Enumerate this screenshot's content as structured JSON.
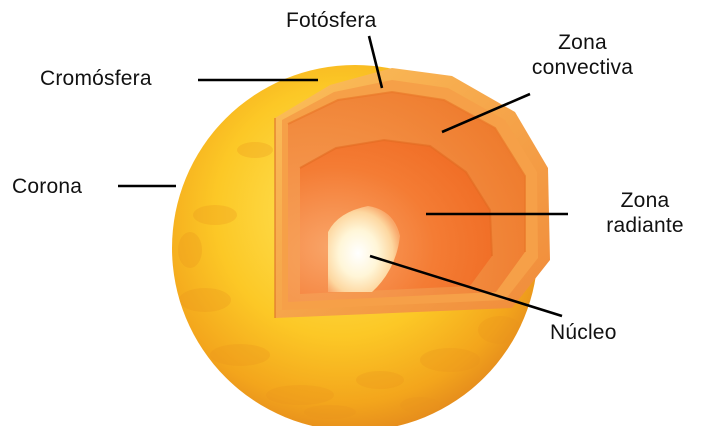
{
  "labels": {
    "fotosfera": "Fotósfera",
    "cromosfera": "Cromósfera",
    "corona": "Corona",
    "zona_convectiva": [
      "Zona",
      "convectiva"
    ],
    "zona_radiante": [
      "Zona",
      "radiante"
    ],
    "nucleo": "Núcleo"
  },
  "colors": {
    "sun_surface": "#F9C21C",
    "sun_rim": "#E8801A",
    "cut_convective": "#F28A3A",
    "cut_radiative": "#F57A2C",
    "core": "#FFFFFF",
    "leader_lines": "#000000"
  }
}
